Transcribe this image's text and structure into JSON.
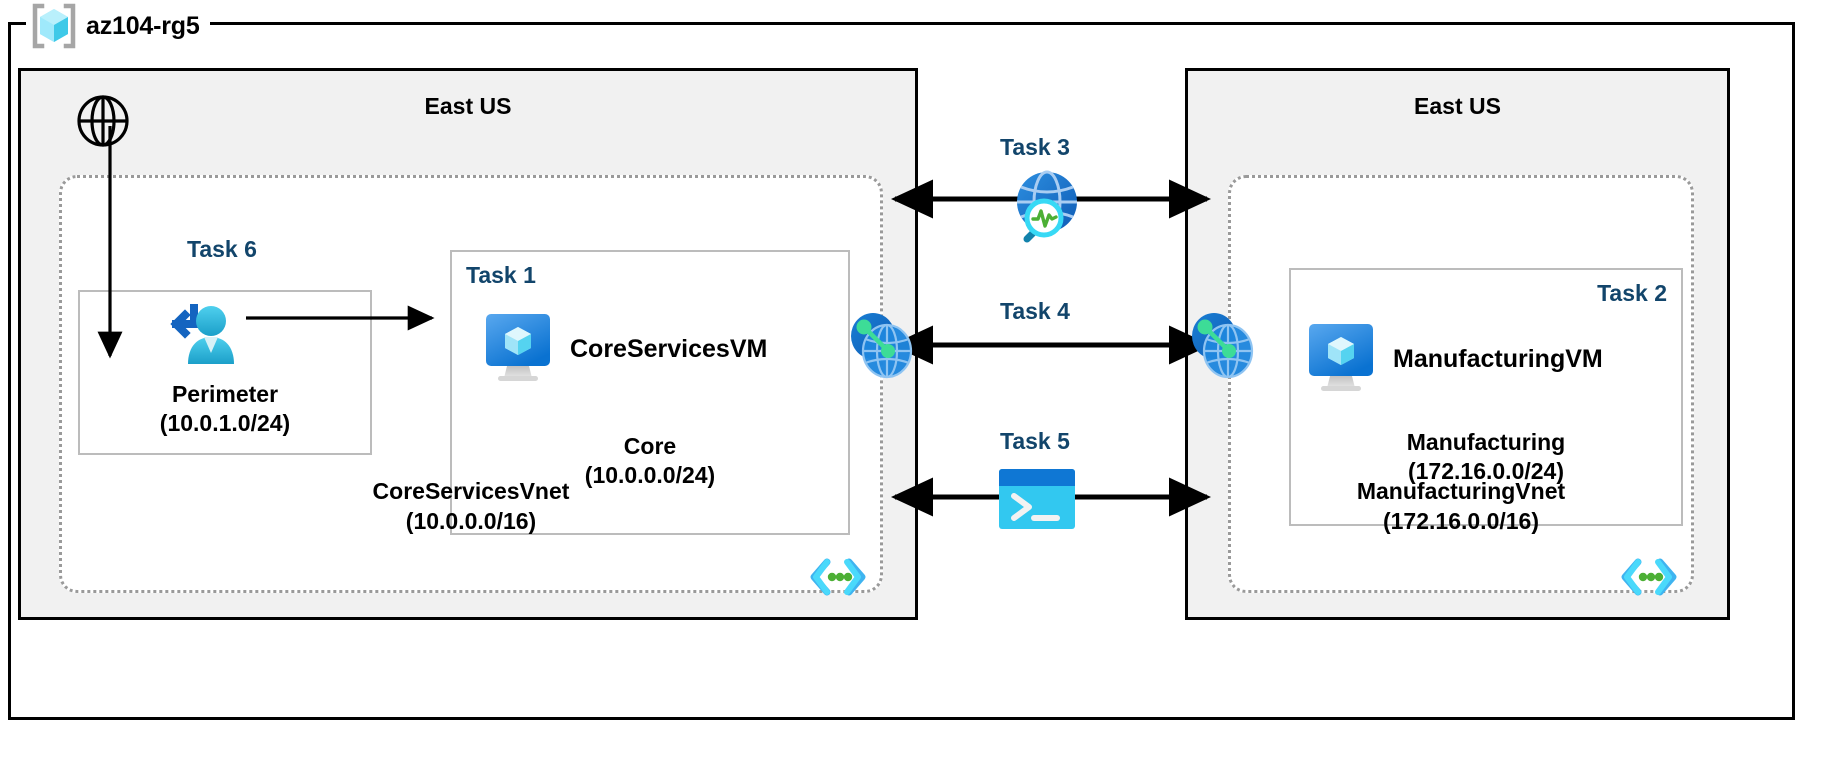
{
  "resource_group": {
    "name": "az104-rg5",
    "icon": "resource-group-cube-icon"
  },
  "colors": {
    "task_label": "#12456b",
    "region_fill": "#f1f1f1",
    "region_border": "#000000",
    "vnet_border": "#9a9a9a",
    "subnet_border": "#bcbcbc",
    "azure_blue": "#0078d4",
    "cyan": "#32c8f0",
    "green_accent": "#3ddc97"
  },
  "regions": [
    {
      "id": "left",
      "title": "East US",
      "internet_icon": "internet-globe-icon",
      "vnet": {
        "name": "CoreServicesVnet",
        "cidr": "(10.0.0.0/16)",
        "code_icon": "subnet-code-brackets-icon",
        "subnets": [
          {
            "id": "perimeter",
            "task": "Task 6",
            "icon": "remote-access-user-icon",
            "name": "Perimeter",
            "cidr": "(10.0.1.0/24)"
          },
          {
            "id": "core",
            "task": "Task 1",
            "icon": "virtual-machine-icon",
            "vm_name": "CoreServicesVM",
            "name": "Core",
            "cidr": "(10.0.0.0/24)"
          }
        ]
      }
    },
    {
      "id": "right",
      "title": "East US",
      "vnet": {
        "name": "ManufacturingVnet",
        "cidr": "(172.16.0.0/16)",
        "code_icon": "subnet-code-brackets-icon",
        "subnets": [
          {
            "id": "manufacturing",
            "task": "Task 2",
            "icon": "virtual-machine-icon",
            "vm_name": "ManufacturingVM",
            "name": "Manufacturing",
            "cidr": "(172.16.0.0/24)"
          }
        ]
      }
    }
  ],
  "middle_tasks": [
    {
      "id": "task3",
      "label": "Task 3",
      "icon": "network-watcher-icon"
    },
    {
      "id": "task4",
      "label": "Task 4",
      "icon": "vnet-peering-icon"
    },
    {
      "id": "task5",
      "label": "Task 5",
      "icon": "cloud-shell-icon"
    }
  ],
  "peering_icons": [
    {
      "id": "peering-left",
      "icon": "vnet-peering-icon"
    },
    {
      "id": "peering-right",
      "icon": "vnet-peering-icon"
    }
  ],
  "connections": [
    {
      "id": "internet-to-perimeter",
      "type": "single-arrow-down"
    },
    {
      "id": "perimeter-to-corevm",
      "type": "single-arrow-right"
    },
    {
      "id": "task3-link",
      "type": "double-arrow"
    },
    {
      "id": "task4-link",
      "type": "double-arrow"
    },
    {
      "id": "task5-link",
      "type": "double-arrow"
    }
  ]
}
